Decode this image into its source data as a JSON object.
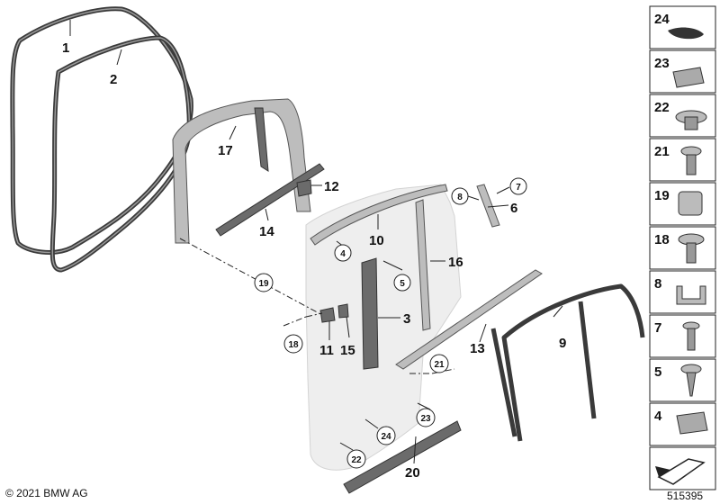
{
  "callouts": {
    "c1": "1",
    "c2": "2",
    "c3": "3",
    "c4": "4",
    "c5": "5",
    "c6": "6",
    "c7": "7",
    "c8": "8",
    "c9": "9",
    "c10": "10",
    "c11": "11",
    "c12": "12",
    "c13": "13",
    "c14": "14",
    "c15": "15",
    "c16": "16",
    "c17": "17",
    "c18": "18",
    "c19": "19",
    "c20": "20",
    "c21": "21",
    "c22": "22",
    "c23": "23",
    "c24": "24"
  },
  "legend": {
    "cells": [
      "24",
      "23",
      "22",
      "21",
      "19",
      "18",
      "8",
      "7",
      "5",
      "4"
    ]
  },
  "footer": {
    "copyright": "© 2021 BMW AG",
    "diagram_number": "515395"
  },
  "colors": {
    "part_dark": "#3a3a3a",
    "part_mid": "#6b6b6b",
    "door_panel": "#eeeeee",
    "line": "#222222"
  }
}
